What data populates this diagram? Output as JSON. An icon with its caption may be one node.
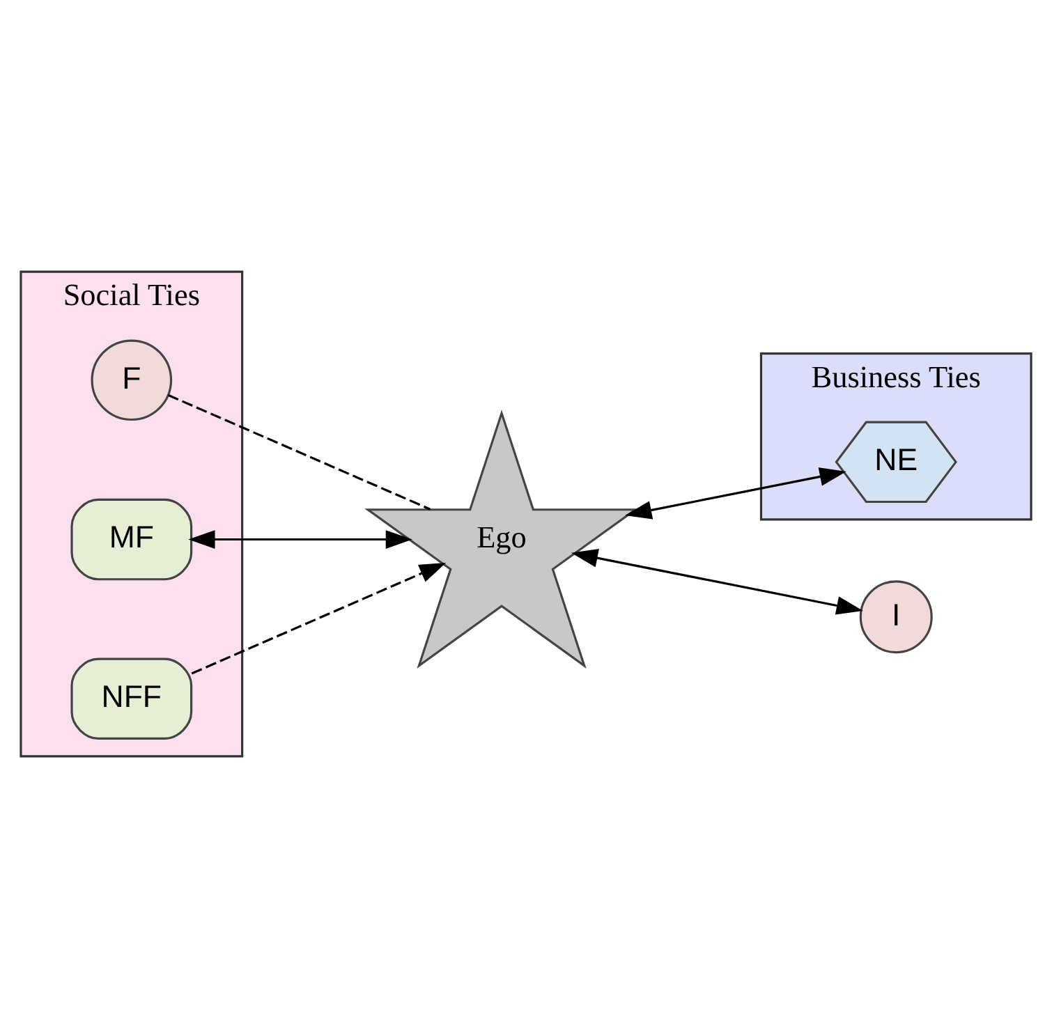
{
  "diagram": {
    "nodes": [
      {
        "text": [
          "Social Ties"
        ]
      },
      {
        "text": [
          "Business Ties"
        ]
      },
      {
        "text": [
          "I"
        ]
      },
      {
        "text": [
          "F"
        ],
        "in": 0
      },
      {
        "text": [
          "MF"
        ],
        "in": 0
      },
      {
        "text": [
          "Ego"
        ]
      },
      {
        "text": [
          "NE"
        ],
        "in": 1
      },
      {
        "text": [
          "NFF"
        ],
        "in": 0
      }
    ],
    "edges": [
      {
        "from": 5,
        "to": 2,
        "arrow": "both"
      },
      {
        "from": 3,
        "to": 5,
        "arrow": "none",
        "style": "dashed"
      },
      {
        "from": 4,
        "to": 5,
        "arrow": "both"
      },
      {
        "from": 5,
        "to": 6,
        "arrow": "both"
      },
      {
        "from": 7,
        "to": 5,
        "arrow": "to",
        "style": "dashed"
      }
    ]
  }
}
